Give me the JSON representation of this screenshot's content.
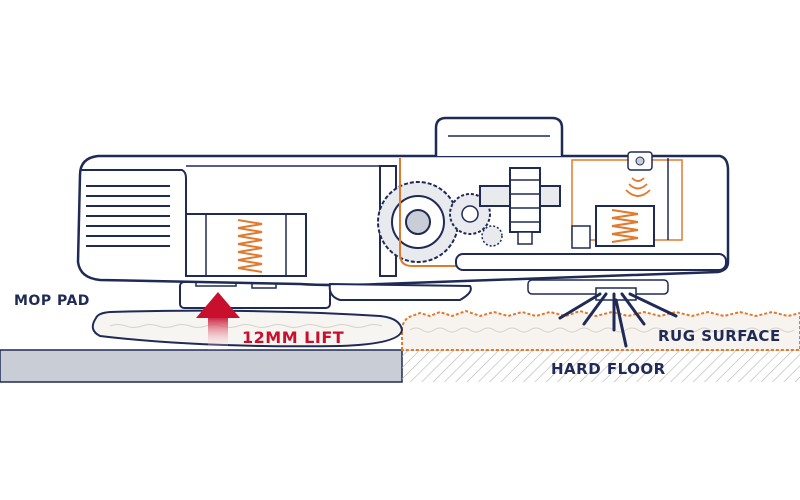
{
  "labels": {
    "mop_pad": "MOP PAD",
    "lift": "12MM LIFT",
    "rug_surface": "RUG SURFACE",
    "hard_floor": "HARD FLOOR"
  },
  "colors": {
    "outline": "#1f2a56",
    "accent_orange": "#e07a2e",
    "lift_red": "#c8102e",
    "floor_gray": "#c9cdd6",
    "rug_fill": "#f7f3ee"
  }
}
